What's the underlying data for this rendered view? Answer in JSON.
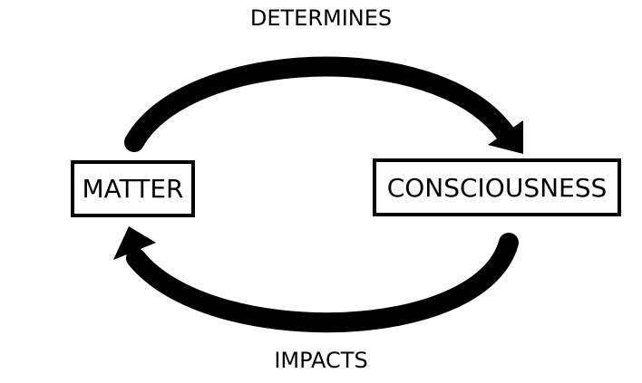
{
  "diagram": {
    "nodes": {
      "matter": "MATTER",
      "consciousness": "CONSCIOUSNESS"
    },
    "edges": {
      "matter_to_consciousness": "DETERMINES",
      "consciousness_to_matter": "IMPACTS"
    },
    "colors": {
      "stroke": "#000000",
      "background": "#ffffff"
    }
  }
}
